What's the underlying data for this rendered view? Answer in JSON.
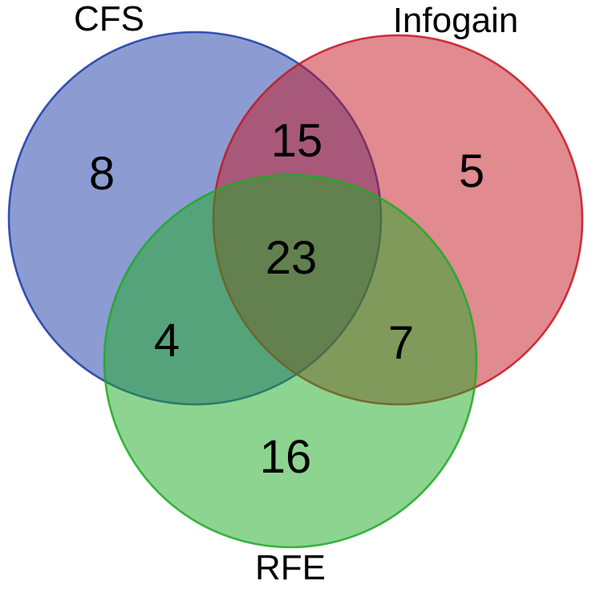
{
  "figure": {
    "background": "#ffffff",
    "text_color": "#000000"
  },
  "chart_data": {
    "type": "venn",
    "title": "",
    "legend_position": "none",
    "grid": false,
    "sets": [
      {
        "label": "CFS",
        "fill": "#1939A5",
        "stroke": "#1939A5",
        "overlay_fill_seen": "#8C9CD2"
      },
      {
        "label": "Infogain",
        "fill": "#C31521",
        "stroke": "#C31521",
        "overlay_fill_seen": "#E18A90"
      },
      {
        "label": "RFE",
        "fill": "#1DA923",
        "stroke": "#1DA923",
        "overlay_fill_seen": "#8ED491"
      }
    ],
    "regions": [
      {
        "sets": [
          "CFS"
        ],
        "value": "8"
      },
      {
        "sets": [
          "Infogain"
        ],
        "value": "5"
      },
      {
        "sets": [
          "RFE"
        ],
        "value": "16"
      },
      {
        "sets": [
          "CFS",
          "Infogain"
        ],
        "value": "15"
      },
      {
        "sets": [
          "CFS",
          "RFE"
        ],
        "value": "4"
      },
      {
        "sets": [
          "Infogain",
          "RFE"
        ],
        "value": "7"
      },
      {
        "sets": [
          "CFS",
          "Infogain",
          "RFE"
        ],
        "value": "23"
      }
    ],
    "overlap_colors_seen": {
      "cfs_infogain": "#A75979",
      "cfs_rfe": "#55A27B",
      "infogain_rfe": "#8F9A52",
      "center": "#5F7A4F"
    }
  }
}
